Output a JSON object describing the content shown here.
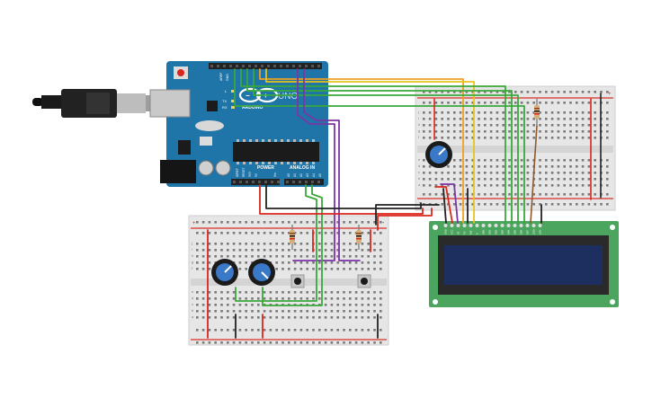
{
  "arduino": {
    "logo_text": "ARDUINO",
    "model": "UNO",
    "power_label": "POWER",
    "analog_label": "ANALOG IN",
    "pin_labels": {
      "aref": "AREF",
      "gnd": "GND",
      "l": "L",
      "tx": "TX",
      "rx": "RX",
      "ioref": "IOREF",
      "reset": "RESET",
      "v33": "3V3",
      "v5": "5V",
      "vin": "Vin",
      "a0": "A0",
      "a1": "A1",
      "a2": "A2",
      "a3": "A3",
      "a4": "A4",
      "a5": "A5"
    }
  },
  "breadboard": {
    "row_letters_top": [
      "j",
      "i",
      "h",
      "g",
      "f"
    ],
    "row_letters_bottom": [
      "e",
      "d",
      "c",
      "b",
      "a"
    ],
    "rail_plus": "+",
    "rail_minus": "-"
  },
  "lcd": {
    "pin_labels": [
      "GND",
      "VCC",
      "V0",
      "RS",
      "RW",
      "E",
      "DB0",
      "DB1",
      "DB2",
      "DB3",
      "DB4",
      "DB5",
      "DB6",
      "DB7",
      "LED+",
      "LED-"
    ]
  },
  "colors": {
    "board_blue": "#1f75a8",
    "breadboard": "#e6e6e6",
    "lcd_green": "#4ca55e",
    "lcd_screen": "#1c2f5e",
    "wire_orange": "#f0a020",
    "wire_yellow": "#e8c21a",
    "wire_green": "#39a83a",
    "wire_purple": "#7b35a6",
    "wire_red": "#d9261c",
    "wire_black": "#222222"
  }
}
